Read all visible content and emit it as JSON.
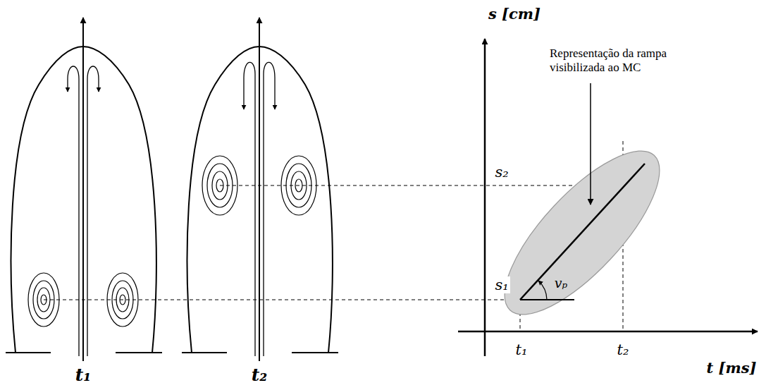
{
  "diagram": {
    "labels": [
      "s [cm]",
      "Representação da rampa visibilizada ao MC",
      "s₂",
      "s₁",
      "vₚ",
      "t₁",
      "t₂",
      "t [ms]",
      "t₁",
      "t₂"
    ]
  }
}
